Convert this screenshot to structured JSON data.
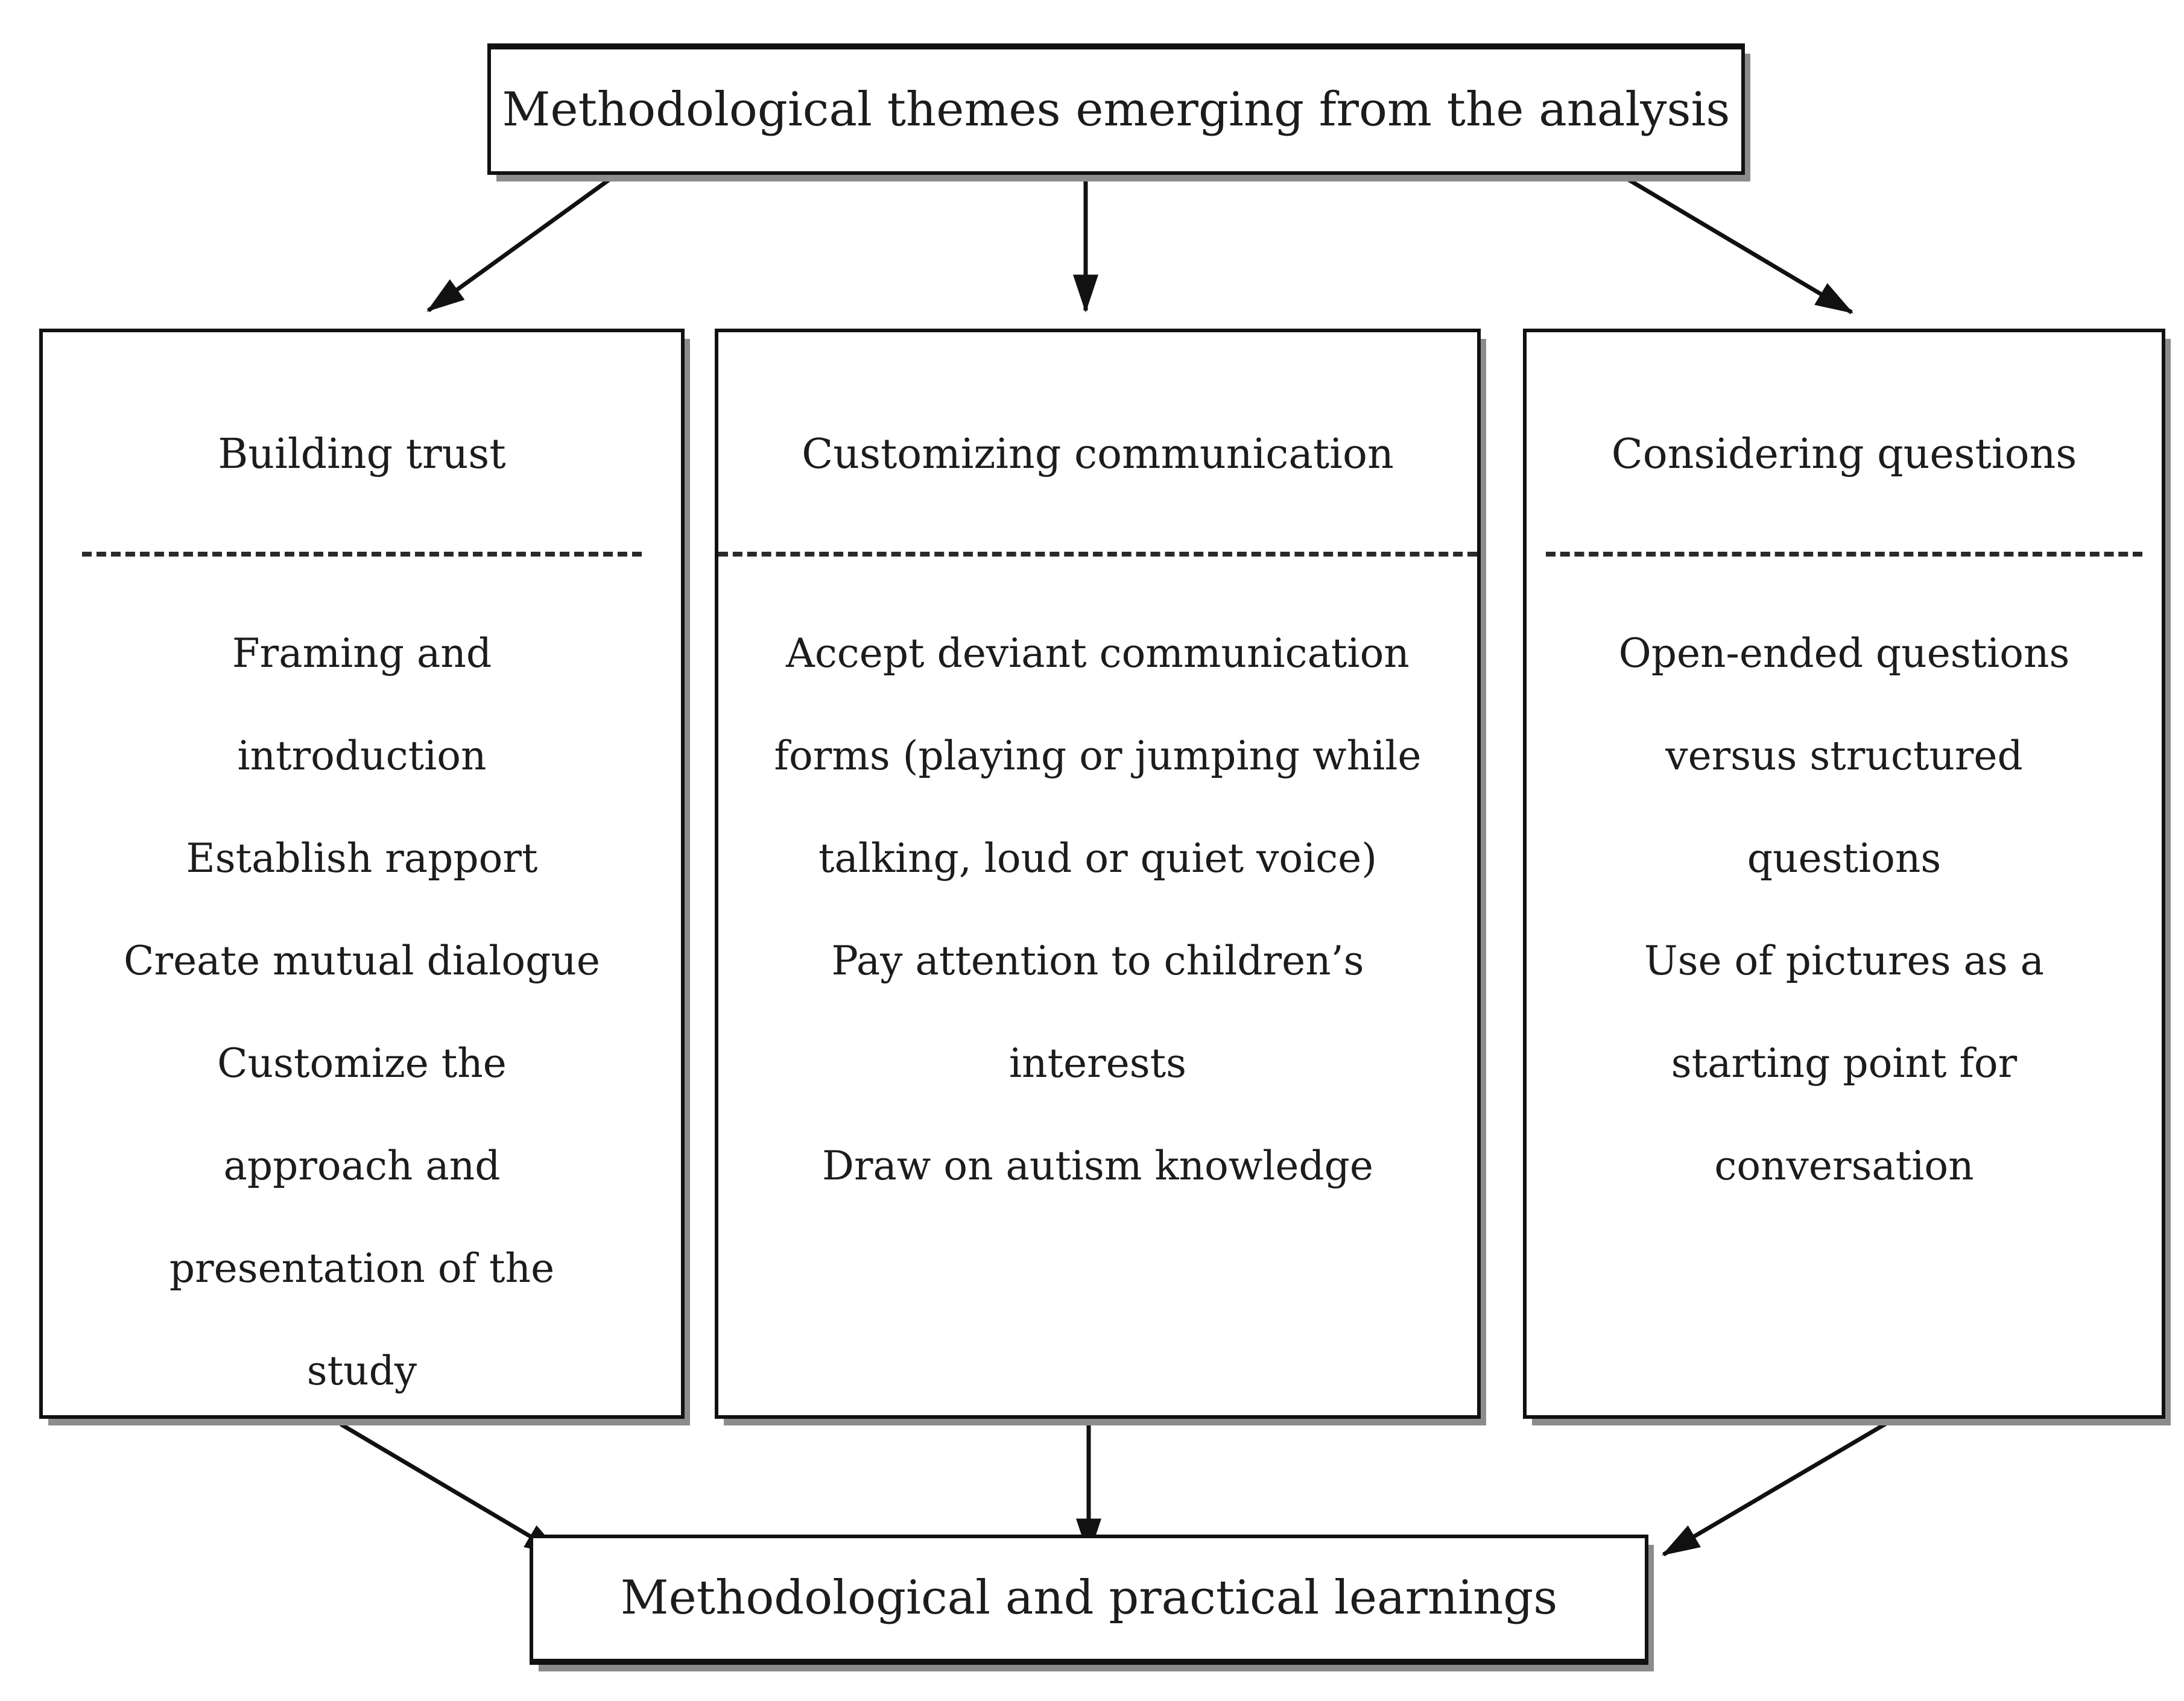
{
  "top_box": {
    "label": "Methodological themes emerging from the analysis"
  },
  "columns": [
    {
      "title": "Building trust",
      "divider": "dashed",
      "items": [
        "Framing and introduction",
        "Establish rapport",
        "Create mutual dialogue",
        "Customize the approach and presentation of the study"
      ]
    },
    {
      "title": "Customizing communication",
      "divider": "dashed",
      "items": [
        "Accept deviant communication forms (playing or jumping while talking, loud or quiet voice)",
        "Pay attention to children’s interests",
        "Draw on autism knowledge"
      ]
    },
    {
      "title": "Considering questions",
      "divider": "dashed",
      "items": [
        "Open-ended questions versus structured questions",
        "Use of pictures as a starting point for conversation"
      ]
    }
  ],
  "bottom_box": {
    "label": "Methodological and practical learnings"
  },
  "colors": {
    "border": "#111111",
    "shadow": "#8c8c8c",
    "text": "#1c1c1c",
    "background": "#ffffff"
  }
}
